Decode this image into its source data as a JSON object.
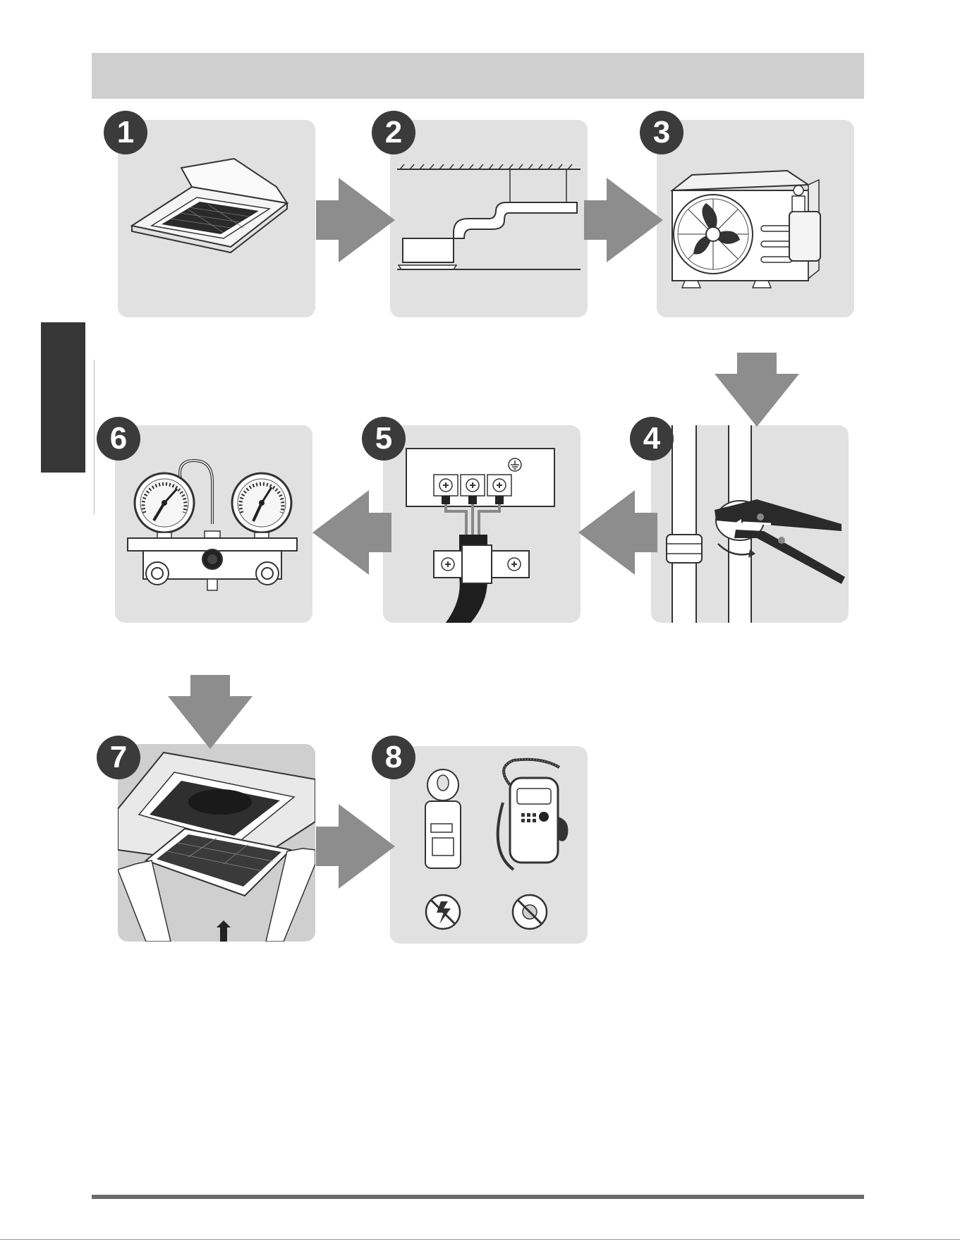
{
  "steps": [
    {
      "number": "1",
      "illustration": "ceiling-cassette-unit"
    },
    {
      "number": "2",
      "illustration": "ductwork-ceiling-mount"
    },
    {
      "number": "3",
      "illustration": "outdoor-condenser-unit"
    },
    {
      "number": "4",
      "illustration": "wrench-tightening-pipe-nut"
    },
    {
      "number": "5",
      "illustration": "terminal-block-wiring"
    },
    {
      "number": "6",
      "illustration": "manifold-gauge-set"
    },
    {
      "number": "7",
      "illustration": "install-front-grille"
    },
    {
      "number": "8",
      "illustration": "clamp-meter-and-leak-detector"
    }
  ],
  "colors": {
    "panel": "#e1e1e1",
    "badge": "#3b3b3b",
    "arrow": "#8d8d8d",
    "header_bar": "#cfcfcf",
    "side_tab": "#363636"
  }
}
